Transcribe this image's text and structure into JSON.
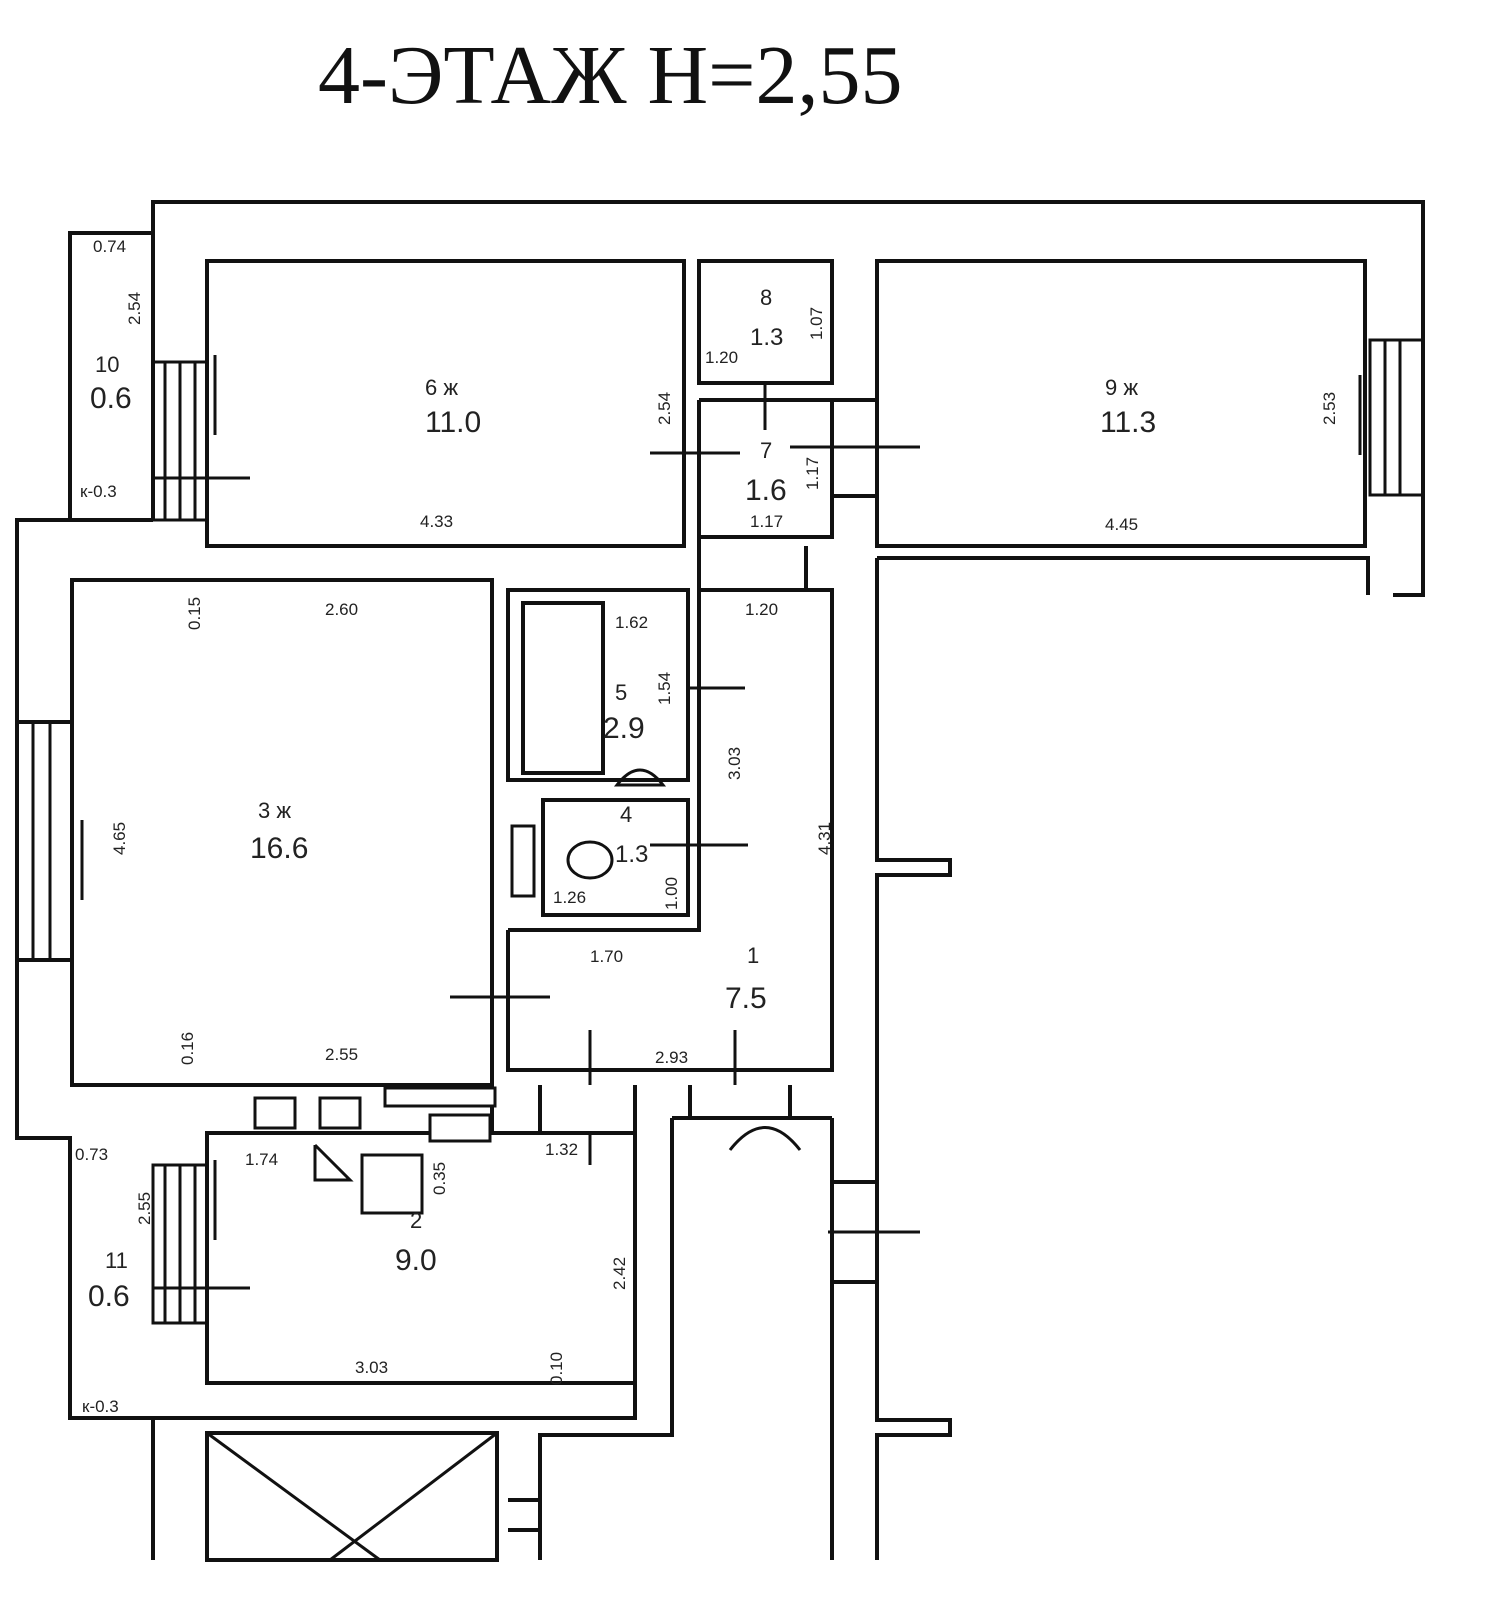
{
  "title": "4-ЭТАЖ  Н=2,55",
  "rooms": [
    {
      "num": "6 ж",
      "area": "11.0"
    },
    {
      "num": "8",
      "area": "1.3"
    },
    {
      "num": "9 ж",
      "area": "11.3"
    },
    {
      "num": "10",
      "area": "0.6"
    },
    {
      "num": "7",
      "area": "1.6"
    },
    {
      "num": "3 ж",
      "area": "16.6"
    },
    {
      "num": "5",
      "area": "2.9"
    },
    {
      "num": "4",
      "area": "1.3"
    },
    {
      "num": "1",
      "area": "7.5"
    },
    {
      "num": "2",
      "area": "9.0"
    },
    {
      "num": "11",
      "area": "0.6"
    }
  ],
  "dims": {
    "d_074": "0.74",
    "d_254a": "2.54",
    "d_03a": "к-0.3",
    "d_433": "4.33",
    "d_254b": "2.54",
    "d_107": "1.07",
    "d_120a": "1.20",
    "d_117a": "1.17",
    "d_117b": "1.17",
    "d_445": "4.45",
    "d_253": "2.53",
    "d_015a": "0.15",
    "d_260": "2.60",
    "d_465": "4.65",
    "d_016": "0.16",
    "d_255": "2.55",
    "d_162": "1.62",
    "d_154": "1.54",
    "d_303a": "3.03",
    "d_120b": "1.20",
    "d_431": "4.31",
    "d_126": "1.26",
    "d_100": "1.00",
    "d_170": "1.70",
    "d_293": "2.93",
    "d_132": "1.32",
    "d_073": "0.73",
    "d_255b": "2.55",
    "d_174": "1.74",
    "d_035": "0.35",
    "d_242": "2.42",
    "d_303b": "3.03",
    "d_010": "0.10",
    "d_03b": "к-0.3"
  }
}
